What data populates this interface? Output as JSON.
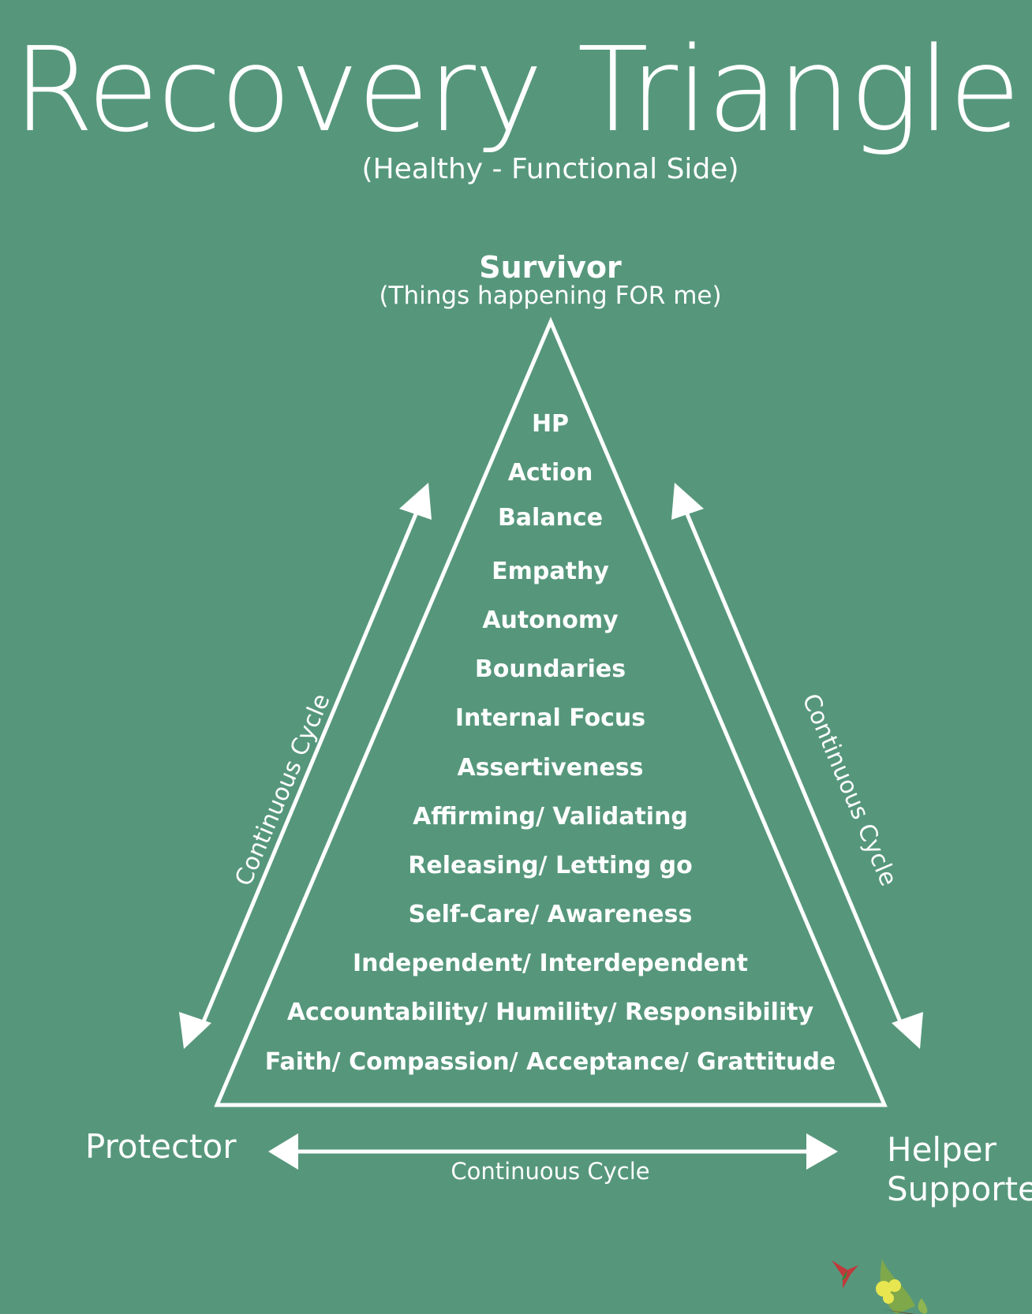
{
  "header": {
    "title": "Recovery Triangle",
    "subtitle": "(Healthy - Functional Side)"
  },
  "apex": {
    "label": "Survivor",
    "sublabel": "(Things happening FOR me)"
  },
  "triangle_items": [
    "HP",
    "Action",
    "Balance",
    "Empathy",
    "Autonomy",
    "Boundaries",
    "Internal Focus",
    "Assertiveness",
    "Affirming/ Validating",
    "Releasing/ Letting go",
    "Self-Care/ Awareness",
    "Independent/ Interdependent",
    "Accountability/ Humility/ Responsibility",
    "Faith/ Compassion/ Acceptance/ Grattitude"
  ],
  "corners": {
    "left": "Protector",
    "right_line1": "Helper",
    "right_line2": "Supporter"
  },
  "cycle_labels": {
    "left": "Continuous Cycle",
    "right": "Continuous Cycle",
    "bottom": "Continuous Cycle"
  },
  "colors": {
    "background": "#56977c",
    "foreground": "#ffffff"
  },
  "decoration": {
    "icon": "hummingbird-and-leaves-icon"
  }
}
